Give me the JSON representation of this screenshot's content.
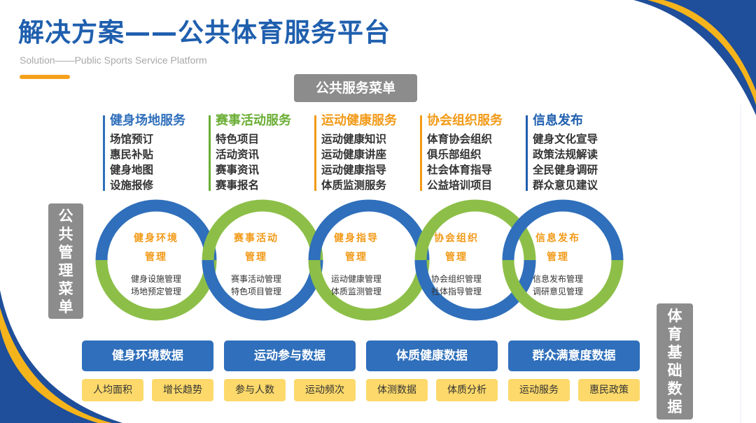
{
  "header": {
    "title": "解决方案——公共体育服务平台",
    "subtitle": "Solution——Public Sports Service Platform"
  },
  "menu_title": "公共服务菜单",
  "side_labels": {
    "management": [
      "公",
      "共",
      "管",
      "理",
      "菜",
      "单"
    ],
    "base_data": [
      "体",
      "育",
      "基",
      "础",
      "数",
      "据"
    ]
  },
  "categories": [
    {
      "title": "健身场地服务",
      "color": "#2f6fbb",
      "items": [
        "场馆预订",
        "惠民补贴",
        "健身地图",
        "设施报修"
      ]
    },
    {
      "title": "赛事活动服务",
      "color": "#6aae35",
      "items": [
        "特色项目",
        "活动资讯",
        "赛事资讯",
        "赛事报名"
      ]
    },
    {
      "title": "运动健康服务",
      "color": "#f29a18",
      "items": [
        "运动健康知识",
        "运动健康讲座",
        "运动健康指导",
        "体质监测服务"
      ]
    },
    {
      "title": "协会组织服务",
      "color": "#f29a18",
      "items": [
        "体育协会组织",
        "俱乐部组织",
        "社会体育指导",
        "公益培训项目"
      ]
    },
    {
      "title": "信息发布",
      "color": "#1f5fae",
      "items": [
        "健身文化宣导",
        "政策法规解读",
        "全民健身调研",
        "群众意见建议"
      ]
    }
  ],
  "rings": [
    {
      "title1": "健身环境",
      "title2": "管理",
      "color": "#f29a18",
      "lines": [
        "健身设施管理",
        "场地预定管理"
      ]
    },
    {
      "title1": "赛事活动",
      "title2": "管理",
      "color": "#f29a18",
      "lines": [
        "赛事活动管理",
        "特色项目管理"
      ]
    },
    {
      "title1": "健身指导",
      "title2": "管理",
      "color": "#f29a18",
      "lines": [
        "运动健康管理",
        "体质监测管理"
      ]
    },
    {
      "title1": "协会组织",
      "title2": "管理",
      "color": "#f29a18",
      "lines": [
        "协会组织管理",
        "社体指导管理"
      ]
    },
    {
      "title1": "信息发布",
      "title2": "管理",
      "color": "#f29a18",
      "lines": [
        "信息发布管理",
        "调研意见管理"
      ]
    }
  ],
  "data_groups": [
    {
      "title": "健身环境数据",
      "tags": [
        "人均面积",
        "增长趋势"
      ]
    },
    {
      "title": "运动参与数据",
      "tags": [
        "参与人数",
        "运动频次"
      ]
    },
    {
      "title": "体质健康数据",
      "tags": [
        "体测数据",
        "体质分析"
      ]
    },
    {
      "title": "群众满意度数据",
      "tags": [
        "运动服务",
        "惠民政策"
      ]
    }
  ],
  "colors": {
    "blue": "#2f6fbb",
    "green": "#8dbf48",
    "orange": "#f29a18",
    "yellow": "#fcd96a",
    "gray": "#8c8c8c"
  }
}
